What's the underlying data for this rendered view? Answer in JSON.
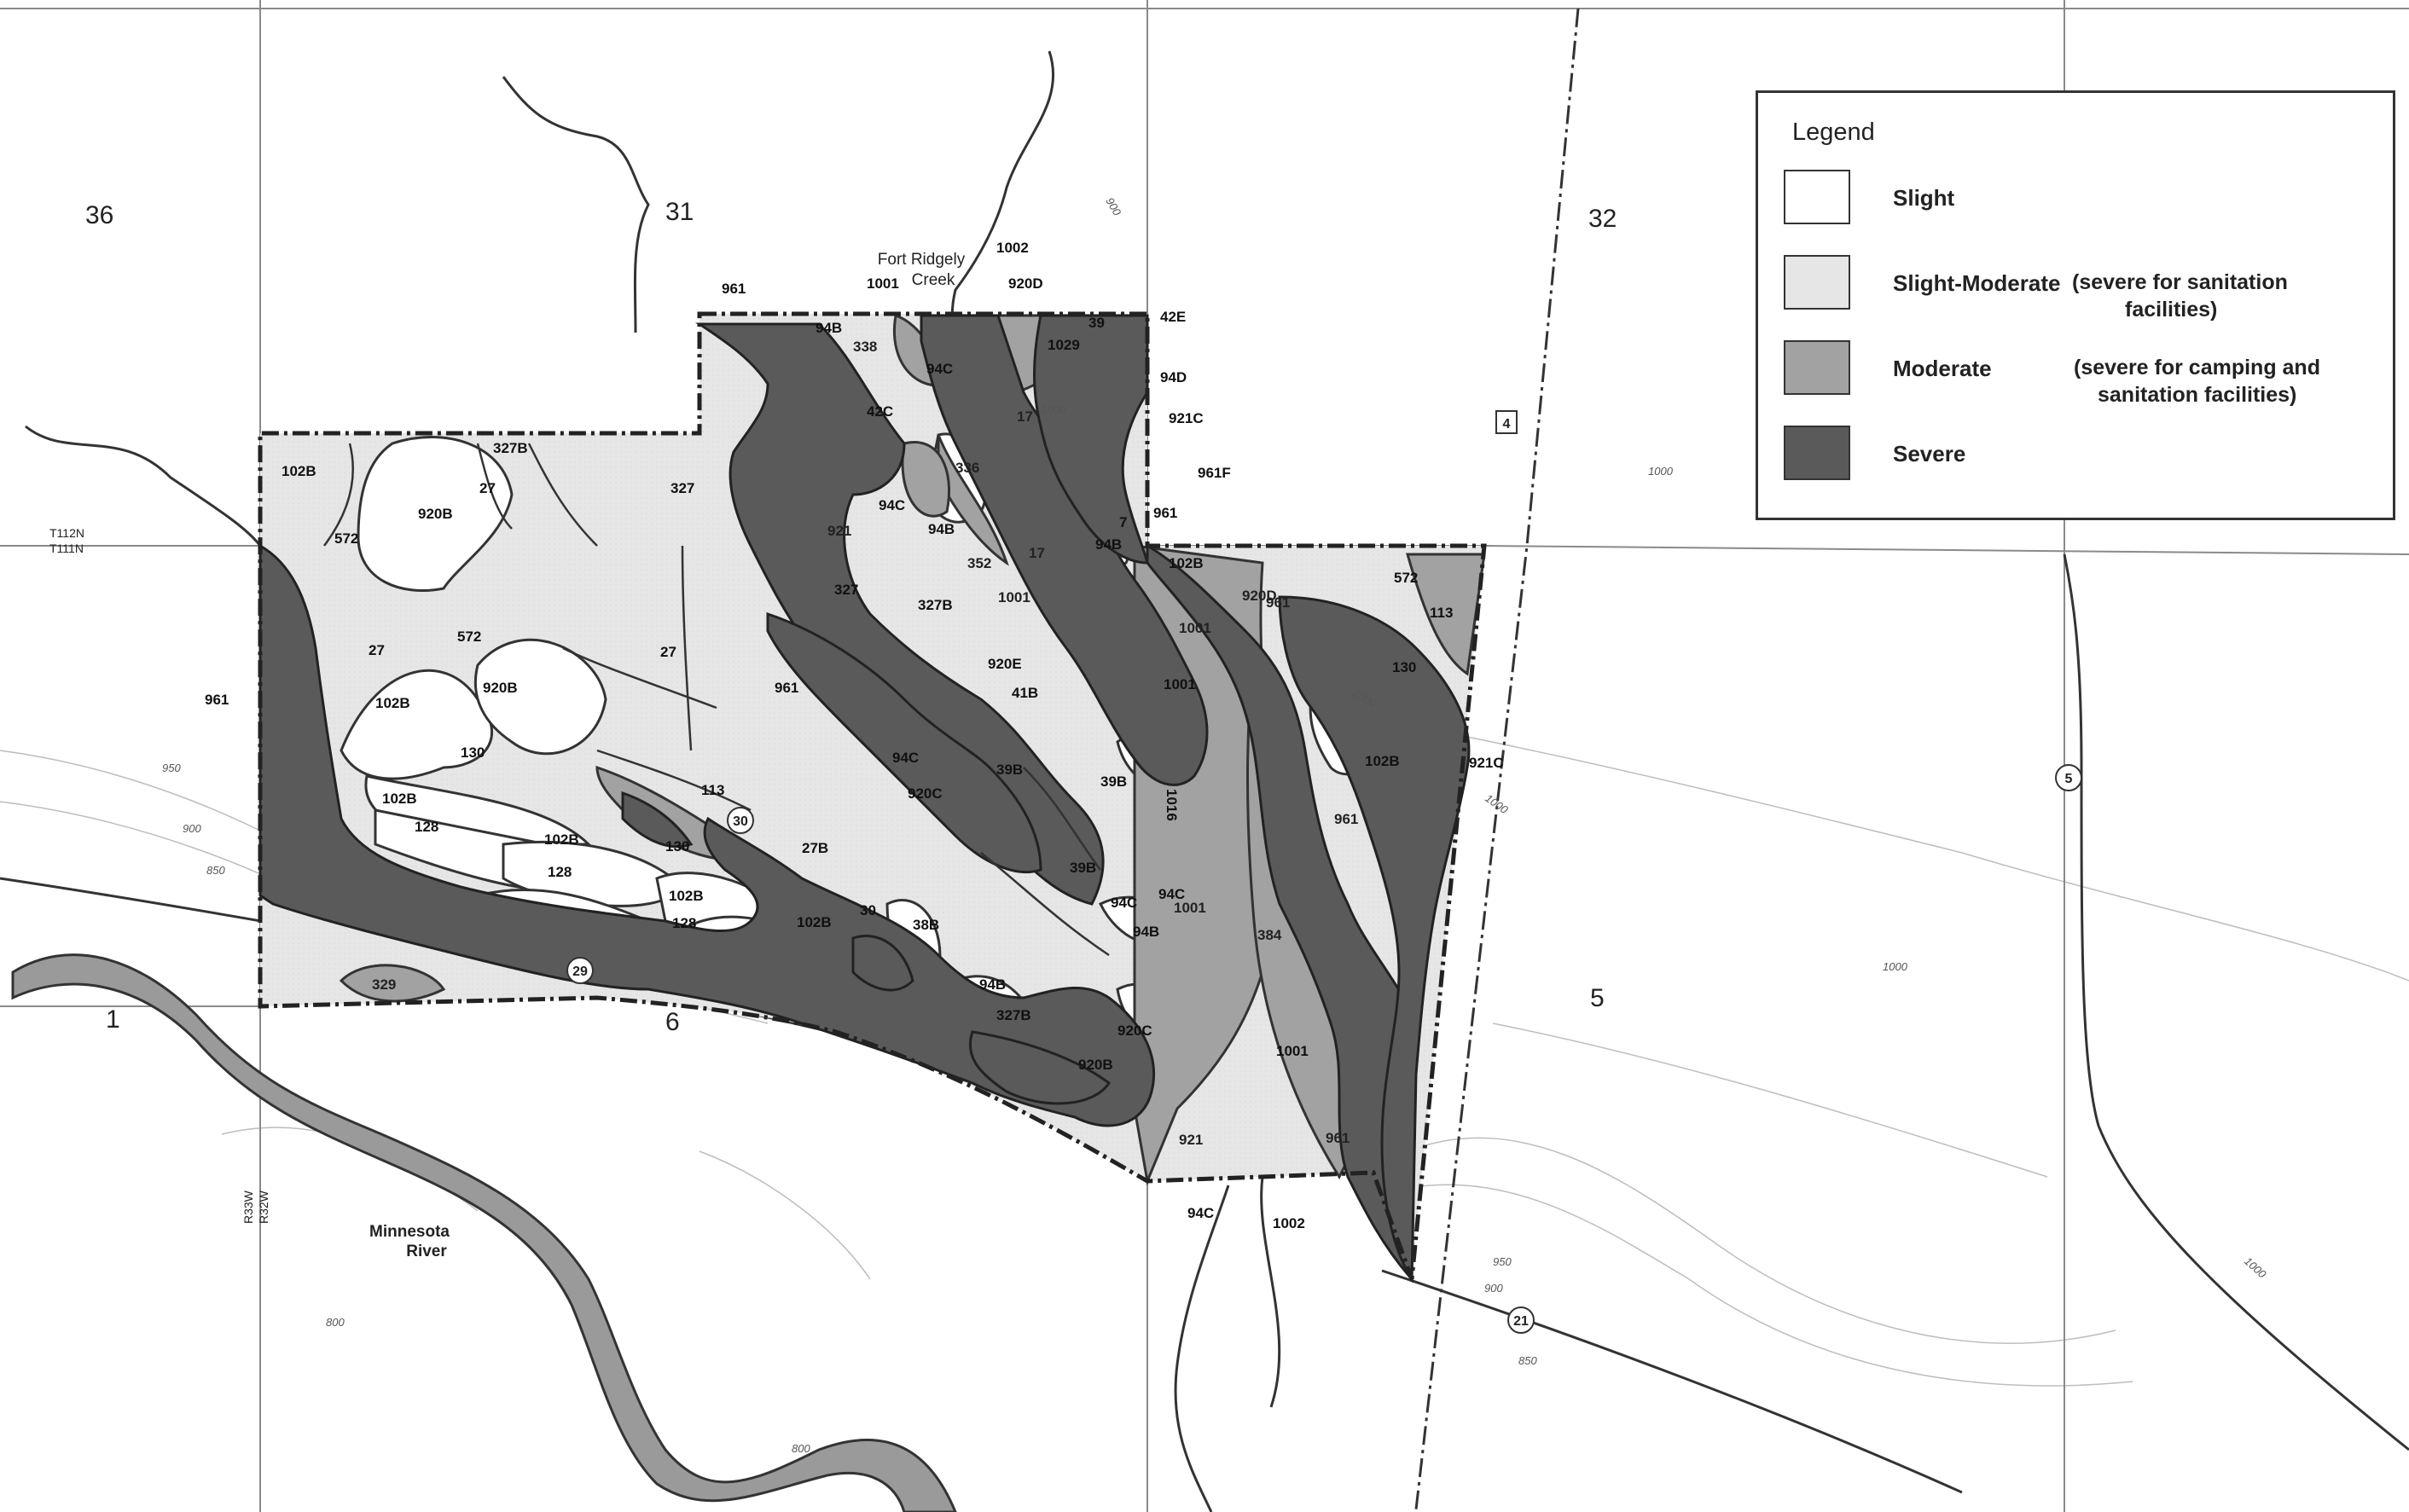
{
  "legend": {
    "title": "Legend",
    "items": [
      {
        "label": "Slight",
        "note_lines": [],
        "color": "#ffffff"
      },
      {
        "label": "Slight-Moderate",
        "note_lines": [
          "(severe for sanitation",
          "facilities)"
        ],
        "color": "#e6e6e6"
      },
      {
        "label": "Moderate",
        "note_lines": [
          "(severe for camping and",
          "sanitation facilities)"
        ],
        "color": "#a2a2a2"
      },
      {
        "label": "Severe",
        "note_lines": [],
        "color": "#5a5a5a"
      }
    ]
  },
  "sections": [
    "36",
    "31",
    "32",
    "1",
    "6",
    "5"
  ],
  "township_labels": [
    "T112N",
    "T111N"
  ],
  "range_labels": [
    "R33W",
    "R32W"
  ],
  "features": {
    "creek": [
      "Fort Ridgely",
      "Creek"
    ],
    "river": [
      "Minnesota",
      "River"
    ]
  },
  "roads": [
    "4",
    "5",
    "21",
    "29",
    "30"
  ],
  "contours": [
    "900",
    "950",
    "900",
    "850",
    "1000",
    "1000",
    "1000",
    "1000",
    "1000",
    "950",
    "900",
    "850",
    "1000",
    "800",
    "800"
  ],
  "soil_units": [
    "961",
    "1001",
    "1002",
    "920D",
    "94B",
    "338",
    "94C",
    "1029",
    "39",
    "42E",
    "94D",
    "42C",
    "17",
    "921C",
    "327B",
    "327",
    "102B",
    "27",
    "920B",
    "572",
    "336",
    "961F",
    "94C",
    "7",
    "961",
    "94B",
    "921",
    "94B",
    "352",
    "17",
    "1001",
    "102B",
    "572",
    "327",
    "327B",
    "920D",
    "961",
    "113",
    "920E",
    "1001",
    "130",
    "1001",
    "961",
    "27",
    "572",
    "27",
    "102B",
    "920B",
    "961",
    "41B",
    "130",
    "102B",
    "921C",
    "39B",
    "94C",
    "920C",
    "39B",
    "1016",
    "102B",
    "128",
    "102B",
    "113",
    "30",
    "27B",
    "961",
    "128",
    "130",
    "39B",
    "94C",
    "102B",
    "128",
    "102B",
    "38B",
    "94B",
    "1001",
    "384",
    "94C",
    "94B",
    "327B",
    "920C",
    "920B",
    "1001",
    "329",
    "921",
    "94C",
    "1002",
    "961"
  ]
}
